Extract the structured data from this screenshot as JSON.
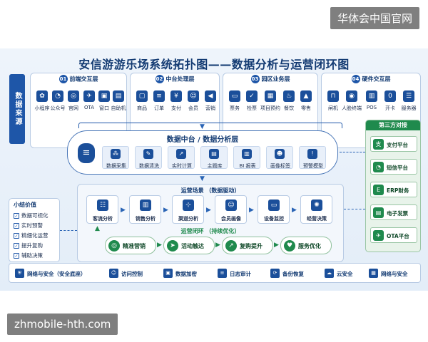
{
  "watermark_top": "华体会中国官网",
  "watermark_bottom": "zhmobile-hth.com",
  "title": "安信游游乐场系统拓扑图——数据分析与运营闭环图",
  "source_label": "数据来源",
  "layers": [
    {
      "num": "01",
      "title": "前端交互层",
      "items": [
        "小程序",
        "公众号",
        "官网",
        "OTA",
        "窗口",
        "自助机"
      ]
    },
    {
      "num": "02",
      "title": "中台处理层",
      "items": [
        "商品",
        "订单",
        "支付",
        "会员",
        "营销"
      ]
    },
    {
      "num": "03",
      "title": "园区业务层",
      "items": [
        "票务",
        "检票",
        "项目预约",
        "餐饮",
        "零售"
      ]
    },
    {
      "num": "04",
      "title": "硬件交互层",
      "items": [
        "闸机",
        "人脸终端",
        "POS",
        "开卡",
        "服务器"
      ]
    }
  ],
  "data_center": {
    "title": "数据中台 / 数据分析层",
    "items": [
      "数据采集",
      "数据清洗",
      "实时计算",
      "主题库",
      "BI 报表",
      "画像标签",
      "预警模型"
    ]
  },
  "ops": {
    "title": "运营场景 （数据驱动）",
    "items": [
      "客流分析",
      "销售分析",
      "渠道分析",
      "会员画像",
      "设备监控",
      "经营决策"
    ],
    "loop_title": "运营闭环 （持续优化）",
    "loop_items": [
      "精准营销",
      "活动触达",
      "复购提升",
      "服务优化"
    ]
  },
  "summary": {
    "title": "小结价值",
    "items": [
      "数据可视化",
      "实时预警",
      "精细化运营",
      "提升复购",
      "辅助决策"
    ]
  },
  "third_party": {
    "title": "第三方对接",
    "items": [
      "支付平台",
      "短信平台",
      "ERP财务",
      "电子发票",
      "OTA平台"
    ]
  },
  "security": [
    "网络与安全（安全底座）",
    "访问控制",
    "数据加密",
    "日志审计",
    "备份恢复",
    "云安全",
    "网络与安全"
  ]
}
